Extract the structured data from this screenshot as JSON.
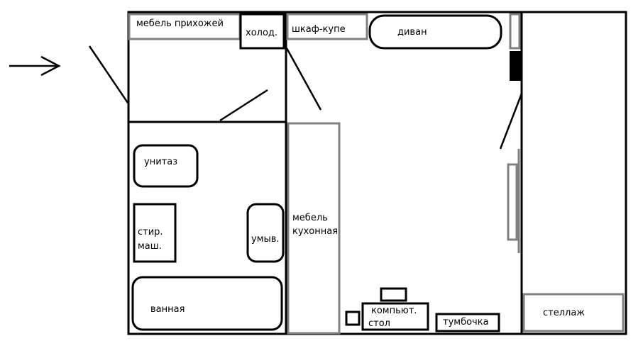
{
  "plan": {
    "hall_furniture": "мебель прихожей",
    "fridge": "холод.",
    "wardrobe": "шкаф-купе",
    "sofa": "диван",
    "kitchen_furniture_1": "мебель",
    "kitchen_furniture_2": "кухонная",
    "toilet": "унитаз",
    "washer_1": "стир.",
    "washer_2": "маш.",
    "sink": "умыв.",
    "bath": "ванная",
    "desk_1": "компьют.",
    "desk_2": "стол",
    "nightstand": "тумбочка",
    "shelf": "стеллаж"
  },
  "colors": {
    "wall": "#000000",
    "furniture_gray": "#808080"
  }
}
